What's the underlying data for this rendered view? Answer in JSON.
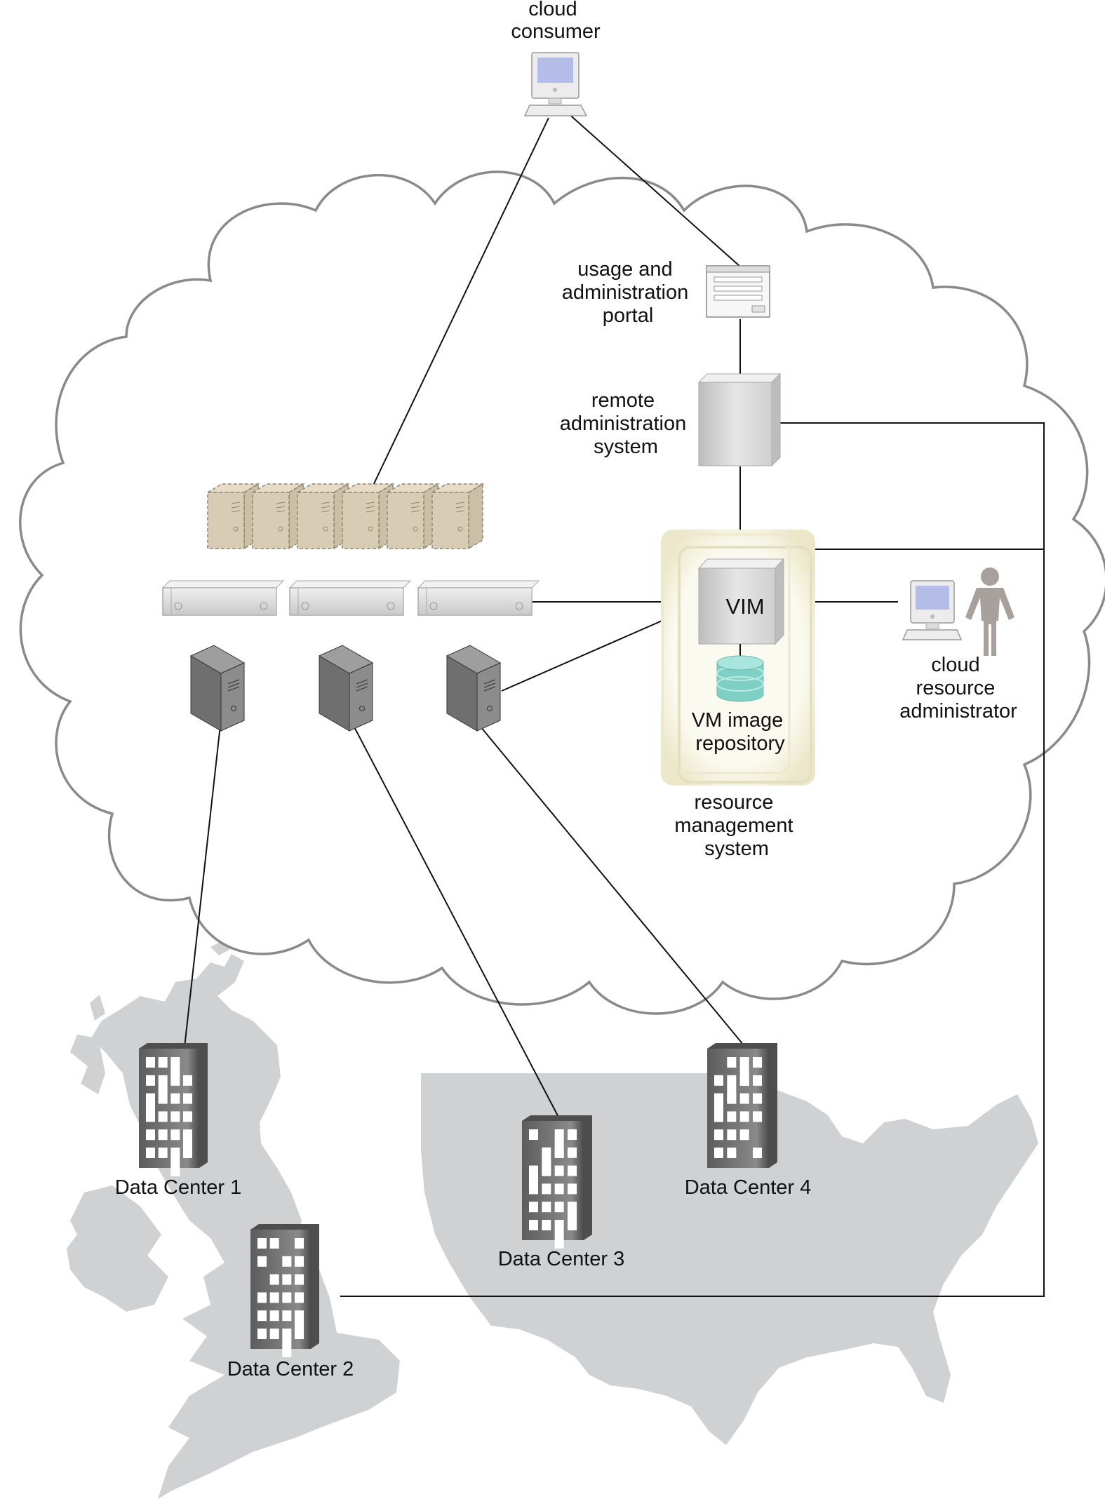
{
  "labels": {
    "cloud_consumer": [
      "cloud",
      "consumer"
    ],
    "usage_portal": [
      "usage and",
      "administration",
      "portal"
    ],
    "remote_admin": [
      "remote",
      "administration",
      "system"
    ],
    "vim": "VIM",
    "vm_image_repo": [
      "VM image",
      "repository"
    ],
    "resource_mgmt": [
      "resource",
      "management",
      "system"
    ],
    "cloud_resource_admin": [
      "cloud",
      "resource",
      "administrator"
    ]
  },
  "data_centers": [
    {
      "name": "Data Center 1"
    },
    {
      "name": "Data Center 2"
    },
    {
      "name": "Data Center 3"
    },
    {
      "name": "Data Center 4"
    }
  ],
  "colors": {
    "cloud_outline": "#8a8a8a",
    "map_fill": "#d0d1d3",
    "building": "#6e6e6e",
    "virtual_server": "#d9ccb4",
    "repository": "#7fcfc4",
    "rms_glow": "#f3f0dc",
    "screen": "#b4bde8",
    "person": "#a8a09c"
  }
}
